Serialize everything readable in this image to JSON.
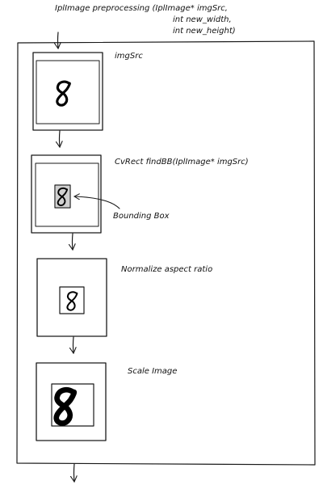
{
  "header": {
    "signature_lines": [
      "IplImage preprocessing (IplImage* imgSrc,",
      "int new_width,",
      "int new_height)"
    ]
  },
  "steps": [
    {
      "label": "imgSrc"
    },
    {
      "label": "CvRect findBB(IplImage* imgSrc)",
      "annotation": "Bounding Box"
    },
    {
      "label": "Normalize aspect ratio"
    },
    {
      "label": "Scale Image"
    }
  ],
  "digit": "8"
}
